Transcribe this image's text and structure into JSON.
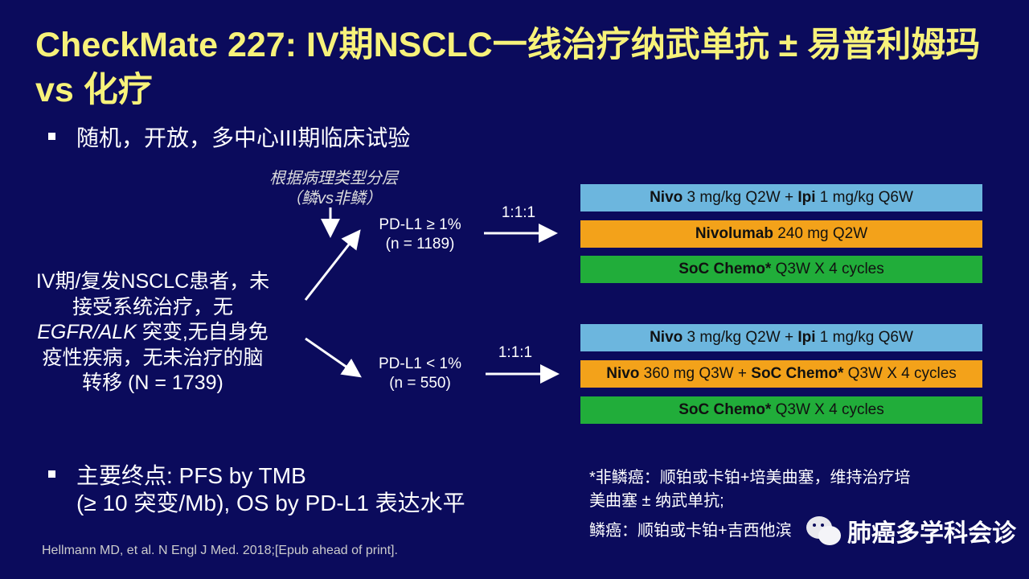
{
  "title": "CheckMate 227: IV期NSCLC一线治疗纳武单抗 ± 易普利姆玛 vs 化疗",
  "bullet1": "随机，开放，多中心III期临床试验",
  "stratify": {
    "line1": "根据病理类型分层",
    "line2": "（鳞vs非鳞）"
  },
  "population": {
    "line1": "IV期/复发NSCLC患者，未",
    "line2": "接受系统治疗，无",
    "line3_italic": "EGFR/ALK",
    "line3_rest": " 突变,无自身免",
    "line4": "疫性疾病，无未治疗的脑",
    "line5": "转移 (N = 1739)"
  },
  "groups": [
    {
      "label": "PD-L1 ≥ 1%",
      "n": "(n = 1189)",
      "ratio": "1:1:1",
      "arms": [
        [
          {
            "t": "Nivo",
            "b": true
          },
          {
            "t": " 3 mg/kg  Q2W + "
          },
          {
            "t": "Ipi",
            "b": true
          },
          {
            "t": " 1 mg/kg  Q6W"
          }
        ],
        [
          {
            "t": "Nivolumab",
            "b": true
          },
          {
            "t": " 240 mg  Q2W"
          }
        ],
        [
          {
            "t": "SoC Chemo*",
            "b": true
          },
          {
            "t": " Q3W X 4 cycles"
          }
        ]
      ]
    },
    {
      "label": "PD-L1 < 1%",
      "n": "(n = 550)",
      "ratio": "1:1:1",
      "arms": [
        [
          {
            "t": "Nivo",
            "b": true
          },
          {
            "t": " 3 mg/kg  Q2W + "
          },
          {
            "t": "Ipi",
            "b": true
          },
          {
            "t": " 1 mg/kg  Q6W"
          }
        ],
        [
          {
            "t": "Nivo",
            "b": true
          },
          {
            "t": " 360 mg  Q3W + "
          },
          {
            "t": "SoC Chemo*",
            "b": true
          },
          {
            "t": " Q3W X 4 cycles"
          }
        ],
        [
          {
            "t": "SoC Chemo*",
            "b": true
          },
          {
            "t": " Q3W X 4 cycles"
          }
        ]
      ]
    }
  ],
  "bullet2": {
    "line1": "主要终点: PFS by TMB",
    "line2": "(≥ 10 突变/Mb), OS by PD-L1 表达水平"
  },
  "footnote": {
    "line1": "*非鳞癌：顺铂或卡铂+培美曲塞，维持治疗培",
    "line2": "美曲塞 ± 纳武单抗;",
    "line3": "鳞癌：顺铂或卡铂+吉西他滨"
  },
  "reference": "Hellmann MD, et al. N Engl J Med. 2018;[Epub ahead of print].",
  "watermark": "肺癌多学科会诊",
  "colors": {
    "bg": "#0b0b5c",
    "title": "#f7f27a",
    "blue": "#6cb6de",
    "orange": "#f3a21a",
    "green": "#21ad3a"
  }
}
